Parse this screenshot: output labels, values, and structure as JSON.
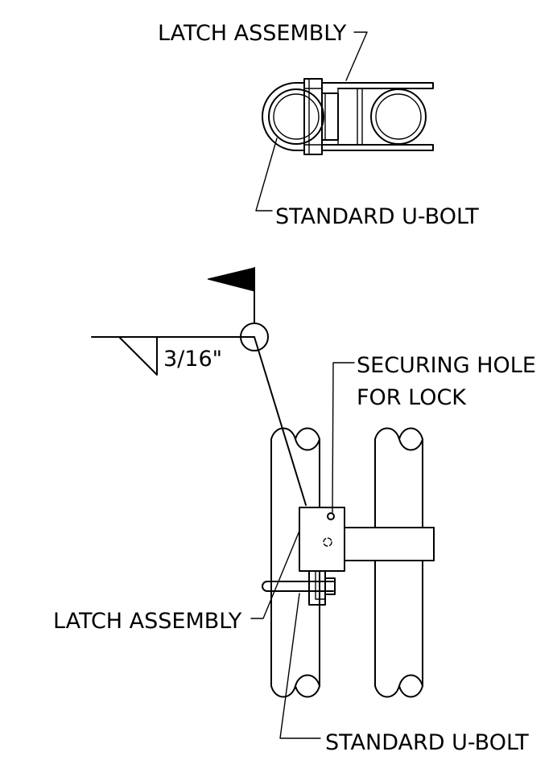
{
  "labels": {
    "top_latch_assembly": "LATCH ASSEMBLY",
    "top_standard_u_bolt": "STANDARD U-BOLT",
    "weld_size": "3/16\"",
    "securing_hole_line1": "SECURING HOLE",
    "securing_hole_line2": "FOR LOCK",
    "side_latch_assembly": "LATCH ASSEMBLY",
    "side_standard_u_bolt": "STANDARD U-BOLT"
  },
  "colors": {
    "line": "#000000",
    "background": "#ffffff"
  }
}
